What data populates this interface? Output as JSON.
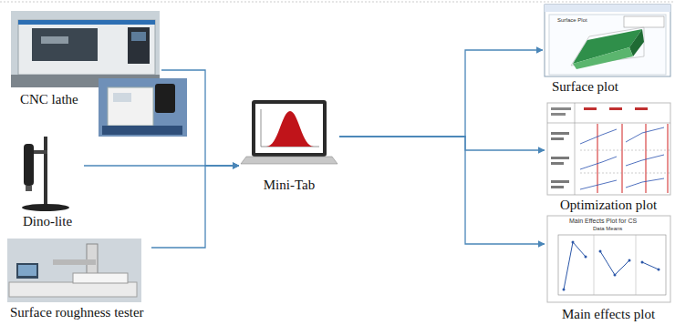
{
  "diagram": {
    "nodes": [
      {
        "text": [
          "CNC lathe"
        ]
      },
      {
        "text": [
          "Dino-lite"
        ]
      },
      {
        "text": [
          "Surface roughness tester"
        ]
      },
      {
        "text": [
          "Mini-Tab"
        ]
      },
      {
        "text": [
          "Surface plot"
        ]
      },
      {
        "text": [
          "Optimization plot"
        ]
      },
      {
        "text": [
          "Main effects plot"
        ]
      }
    ],
    "edges": [
      {
        "from": 0,
        "to": 3,
        "arrow": "to"
      },
      {
        "from": 1,
        "to": 3,
        "arrow": "to"
      },
      {
        "from": 2,
        "to": 3,
        "arrow": "to"
      },
      {
        "from": 3,
        "to": 4,
        "arrow": "to"
      },
      {
        "from": 3,
        "to": 5,
        "arrow": "to"
      },
      {
        "from": 3,
        "to": 6,
        "arrow": "to"
      }
    ],
    "labels": [
      "Surface Plot",
      "Main Effects Plot for CS",
      "Data Means"
    ]
  }
}
